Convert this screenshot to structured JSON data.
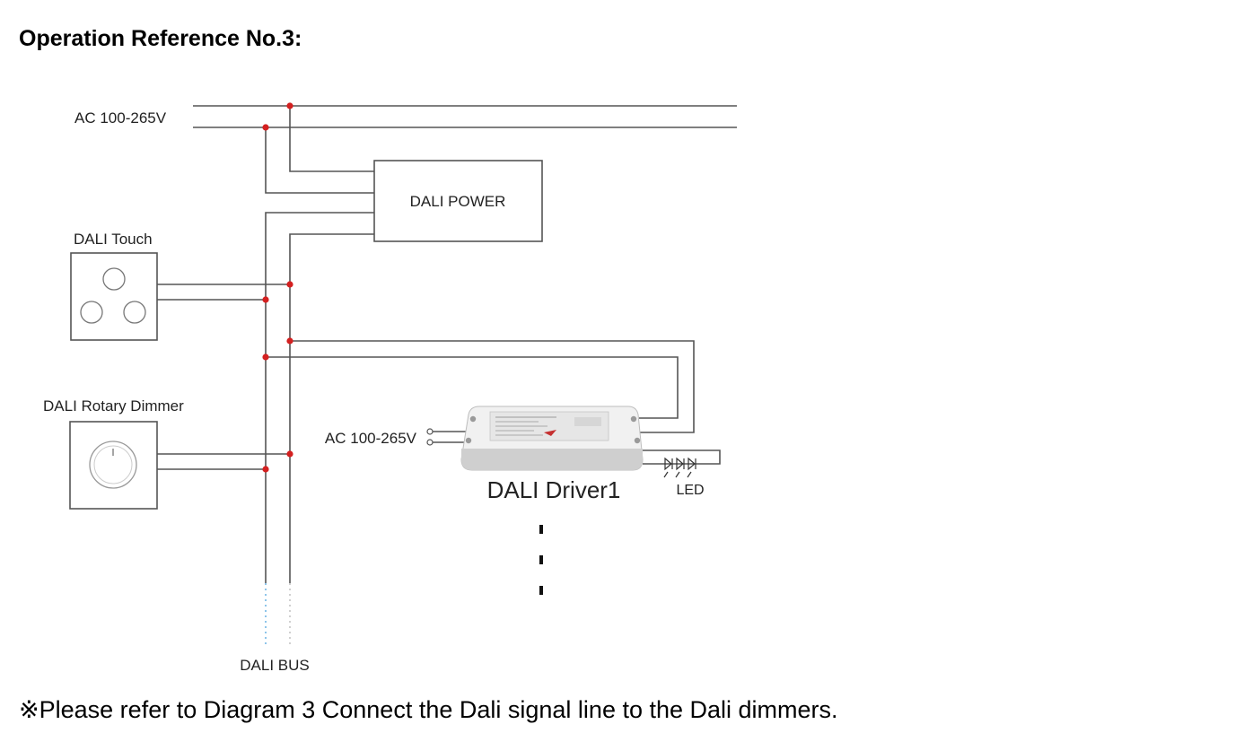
{
  "page": {
    "title": "Operation Reference No.3:",
    "footnote": "※Please refer to Diagram 3 Connect the Dali signal line to the Dali dimmers."
  },
  "diagram": {
    "ac_top_label": "AC 100-265V",
    "power_label": "DALI POWER",
    "touch_label": "DALI Touch",
    "rotary_label": "DALI Rotary Dimmer",
    "driver_ac_label": "AC 100-265V",
    "driver_label": "DALI Driver1",
    "led_label": "LED",
    "bus_label": "DALI BUS"
  }
}
